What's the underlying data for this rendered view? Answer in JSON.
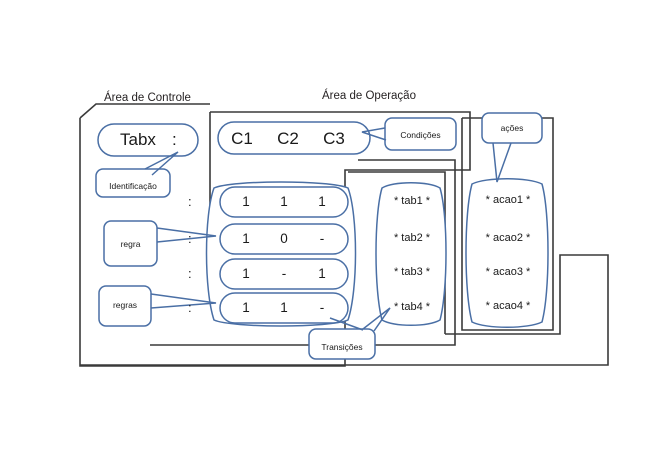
{
  "diagram": {
    "title_control": "Área de Controle",
    "title_operation": "Área de Operação",
    "identification": {
      "row_label": "Tabx",
      "row_colon": ":",
      "callout": "Identificação"
    },
    "conditions": {
      "cells": [
        "C1",
        "C2",
        "C3"
      ],
      "callout": "Condições"
    },
    "actions": {
      "callout": "ações",
      "cells": [
        "* acao1 *",
        "* acao2 *",
        "* acao3 *",
        "* acao4 *"
      ]
    },
    "transitions": {
      "callout": "Transições",
      "cells": [
        "* tab1 *",
        "* tab2 *",
        "* tab3 *",
        "* tab4 *"
      ]
    },
    "rules": {
      "callout_singular": "regra",
      "callout_plural": "regras",
      "colon": ":",
      "rows": [
        {
          "colon": ":",
          "cells": [
            "1",
            "1",
            "1"
          ]
        },
        {
          "colon": ":",
          "cells": [
            "1",
            "0",
            "-"
          ]
        },
        {
          "colon": ":",
          "cells": [
            "1",
            "-",
            "1"
          ]
        },
        {
          "colon": ":",
          "cells": [
            "1",
            "1",
            "-"
          ]
        }
      ]
    },
    "colors": {
      "shape_stroke": "#4a6fa5",
      "frame_stroke": "#3a3a3a",
      "text": "#1a1a1a",
      "background": "#ffffff"
    }
  }
}
